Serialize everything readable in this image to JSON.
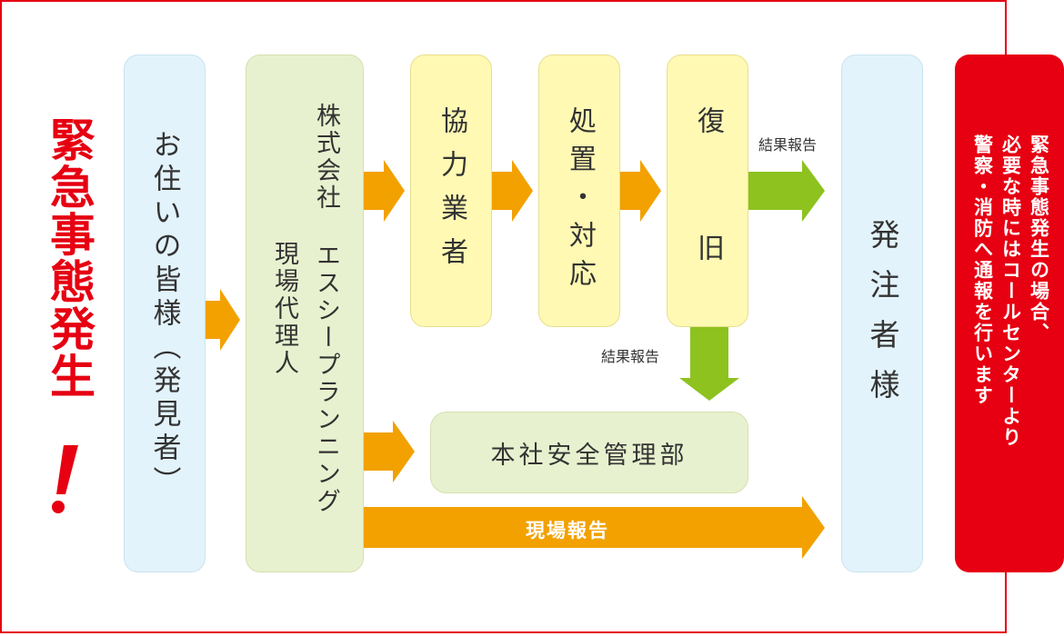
{
  "colors": {
    "accent_red": "#e60012",
    "arrow_orange": "#f2a100",
    "arrow_green": "#8dc21f",
    "box_blue": "#e3f3fb",
    "box_green": "#e8f1cf",
    "box_yellow": "#fff9b3"
  },
  "heading": {
    "main": "緊急事態発生",
    "exclaim": "！"
  },
  "nodes": {
    "resident": "お住いの皆様（発見者）",
    "company_line1": "株式会社 エスシープランニング",
    "company_line2": "現場代理人",
    "partner": "協力業者",
    "treatment": "処置・対応",
    "restore": "復旧",
    "client": "発注者様",
    "hq": "本社安全管理部"
  },
  "edge_labels": {
    "result_report_top": "結果報告",
    "result_report_down": "結果報告",
    "site_report": "現場報告"
  },
  "callout": {
    "line1": "緊急事態発生の場合、",
    "line2": "必要な時にはコールセンターより",
    "line3": "警察・消防へ通報を行います"
  }
}
